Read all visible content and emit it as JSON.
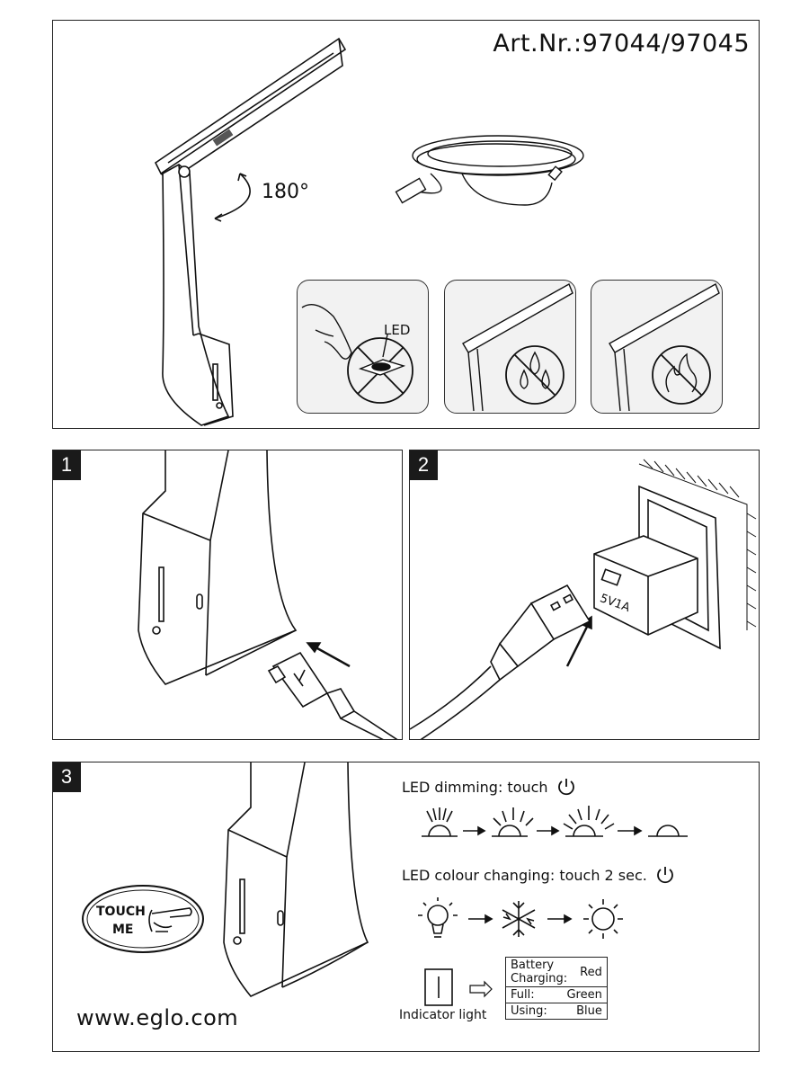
{
  "header": {
    "article_number": "Art.Nr.:97044/97045",
    "rotation_angle": "180°",
    "led_label": "LED"
  },
  "steps": [
    {
      "number": "1"
    },
    {
      "number": "2",
      "adapter_rating": "5V1A"
    },
    {
      "number": "3"
    }
  ],
  "touch_button": {
    "line1": "TOUCH",
    "line2": "ME"
  },
  "instructions": {
    "dimming": "LED  dimming: touch",
    "colour": "LED  colour changing: touch 2 sec."
  },
  "indicator": {
    "label": "Indicator light",
    "rows": [
      {
        "state": "Battery Charging:",
        "state_line1": "Battery",
        "state_line2": "Charging:",
        "color": "Red"
      },
      {
        "state": "Full:",
        "color": "Green"
      },
      {
        "state": "Using:",
        "color": "Blue"
      }
    ]
  },
  "footer": {
    "website": "www.eglo.com"
  },
  "icons": [
    "power-icon",
    "sun-icon",
    "snowflake-icon",
    "bulb-icon",
    "arrow-right-icon",
    "usb-plug-icon"
  ]
}
